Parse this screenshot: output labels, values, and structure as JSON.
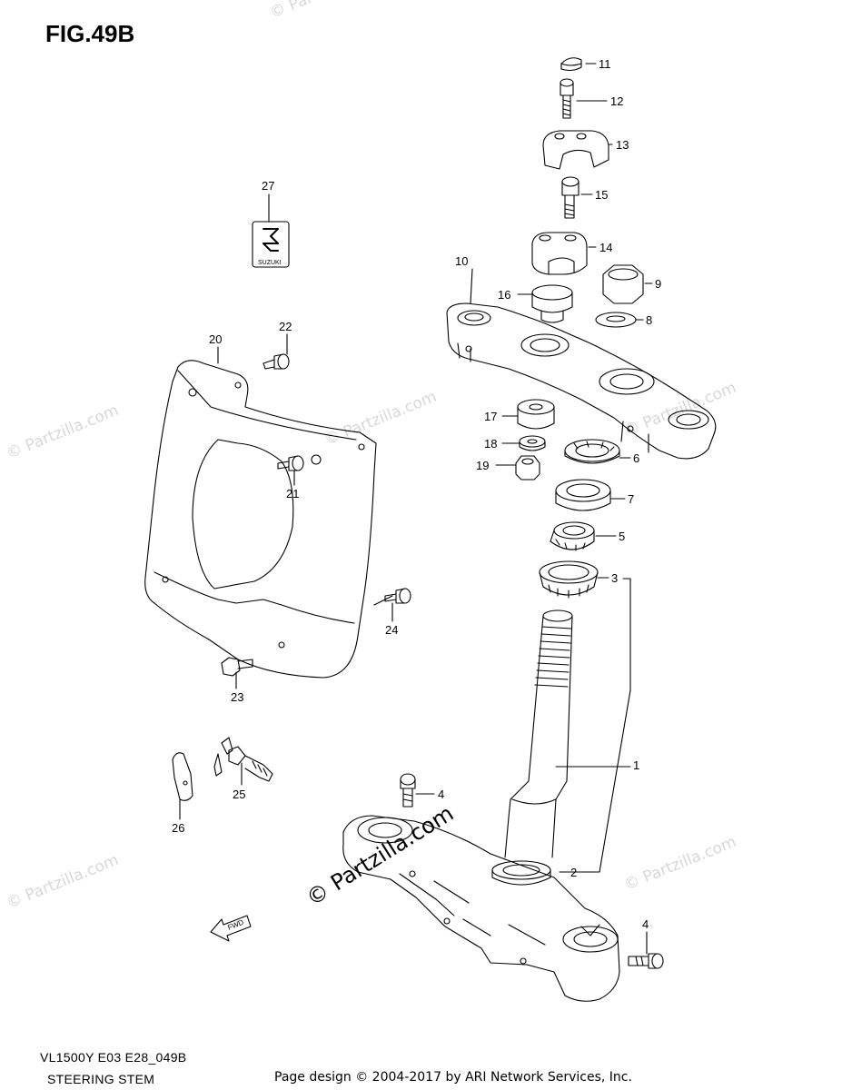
{
  "figure": {
    "title": "FIG.49B",
    "model_code": "VL1500Y E03 E28_049B",
    "section_name": "STEERING STEM",
    "credit": "Page design © 2004-2017 by ARI Network Services, Inc."
  },
  "watermarks": {
    "main": "© Partzilla.com",
    "faint": "© Partzilla.com"
  },
  "badge_text": "SUZUKI",
  "fwd_label": "FWD",
  "callouts": {
    "c1": "1",
    "c2": "2",
    "c3": "3",
    "c4a": "4",
    "c4b": "4",
    "c5": "5",
    "c6": "6",
    "c7": "7",
    "c8": "8",
    "c9": "9",
    "c10": "10",
    "c11": "11",
    "c12": "12",
    "c13": "13",
    "c14": "14",
    "c15": "15",
    "c16": "16",
    "c17": "17",
    "c18": "18",
    "c19": "19",
    "c20": "20",
    "c21": "21",
    "c22": "22",
    "c23": "23",
    "c24": "24",
    "c25": "25",
    "c26": "26",
    "c27": "27"
  }
}
